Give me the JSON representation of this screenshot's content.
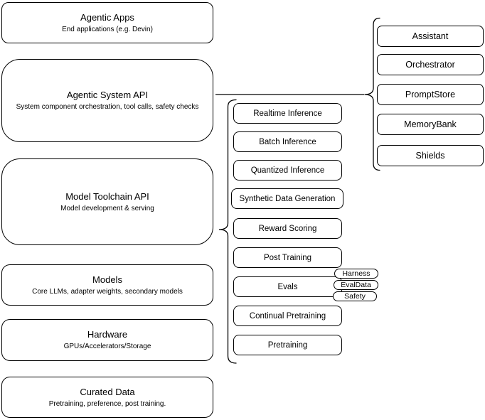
{
  "diagram": {
    "left_column": [
      {
        "title": "Agentic Apps",
        "subtitle": "End applications (e.g. Devin)"
      },
      {
        "title": "Agentic System API",
        "subtitle": "System component orchestration, tool calls, safety checks"
      },
      {
        "title": "Model Toolchain API",
        "subtitle": "Model development & serving"
      },
      {
        "title": "Models",
        "subtitle": "Core LLMs, adapter weights, secondary models"
      },
      {
        "title": "Hardware",
        "subtitle": "GPUs/Accelerators/Storage"
      },
      {
        "title": "Curated Data",
        "subtitle": "Pretraining, preference, post training."
      }
    ],
    "toolchain_items": [
      "Realtime Inference",
      "Batch Inference",
      "Quantized Inference",
      "Synthetic Data Generation",
      "Reward Scoring",
      "Post Training",
      "Evals",
      "Continual Pretraining",
      "Pretraining"
    ],
    "evals_tags": [
      "Harness",
      "EvalData",
      "Safety"
    ],
    "system_components": [
      "Assistant",
      "Orchestrator",
      "PromptStore",
      "MemoryBank",
      "Shields"
    ],
    "colors": {
      "stroke": "#000000",
      "background": "#ffffff"
    }
  }
}
